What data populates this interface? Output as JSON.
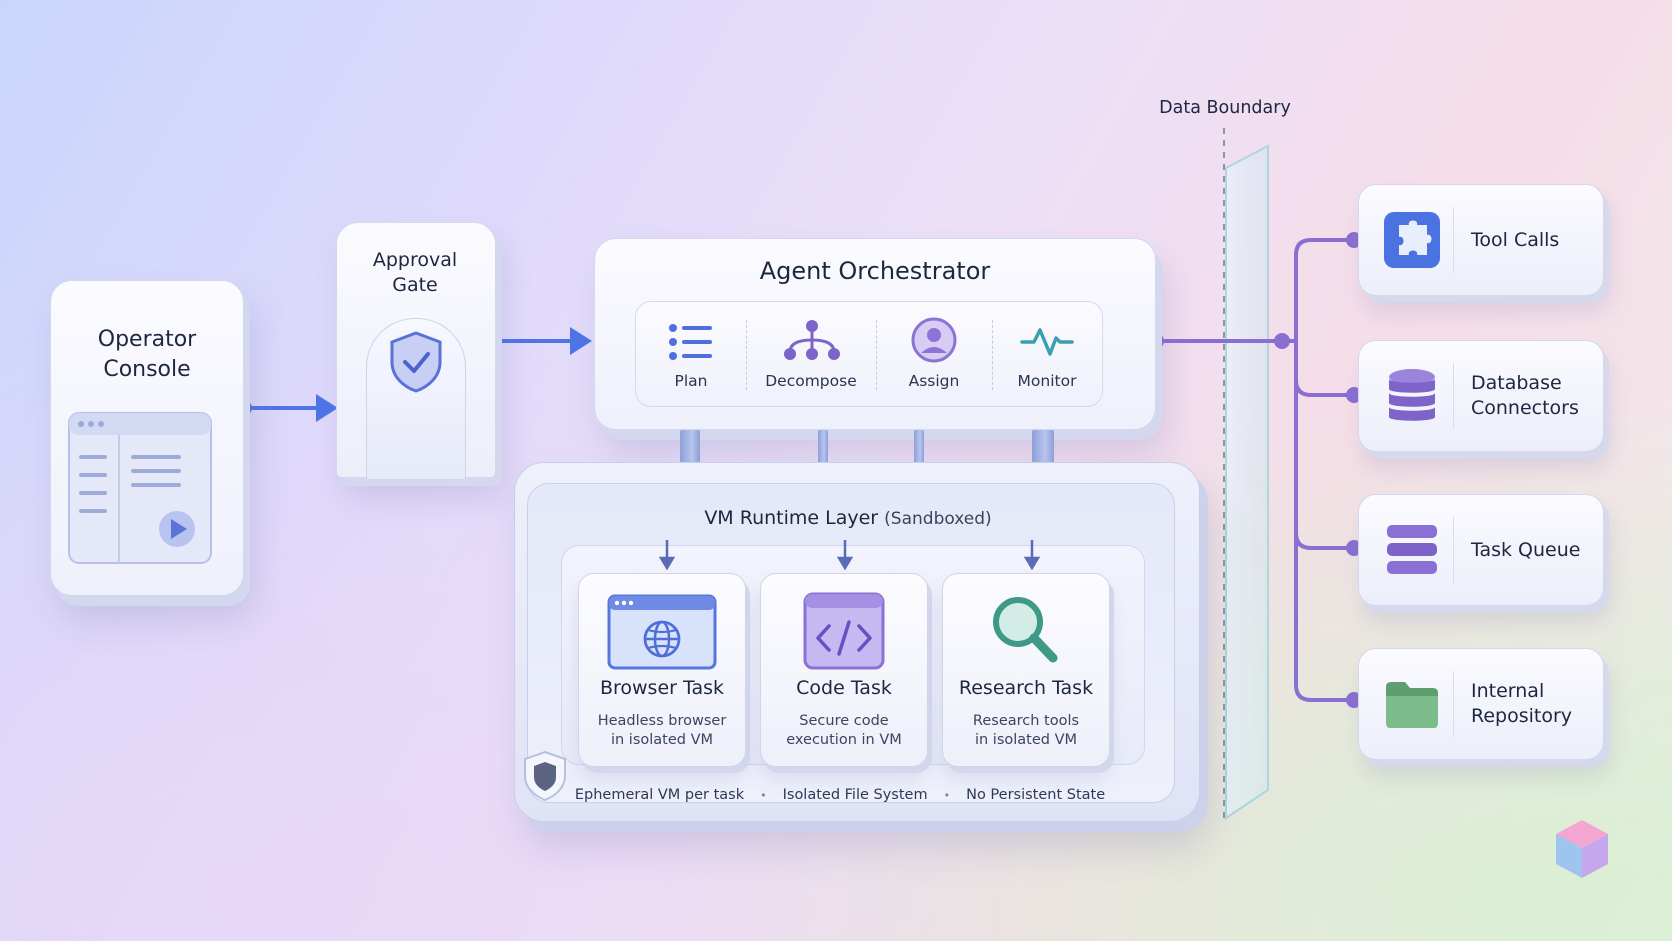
{
  "operator_console": {
    "title_line1": "Operator",
    "title_line2": "Console"
  },
  "approval_gate": {
    "title_line1": "Approval",
    "title_line2": "Gate"
  },
  "orchestrator": {
    "title": "Agent Orchestrator",
    "steps": [
      {
        "label": "Plan",
        "icon": "list-icon"
      },
      {
        "label": "Decompose",
        "icon": "hierarchy-icon"
      },
      {
        "label": "Assign",
        "icon": "user-icon"
      },
      {
        "label": "Monitor",
        "icon": "pulse-icon"
      }
    ]
  },
  "vm_runtime": {
    "title": "VM Runtime Layer",
    "title_suffix": "(Sandboxed)",
    "tasks": [
      {
        "title": "Browser Task",
        "desc_line1": "Headless browser",
        "desc_line2": "in isolated VM",
        "icon": "browser-globe-icon"
      },
      {
        "title": "Code Task",
        "desc_line1": "Secure code",
        "desc_line2": "execution in VM",
        "icon": "code-icon"
      },
      {
        "title": "Research Task",
        "desc_line1": "Research tools",
        "desc_line2": "in isolated VM",
        "icon": "magnifier-icon"
      }
    ],
    "footer": [
      "Ephemeral VM per task",
      "Isolated File System",
      "No Persistent State"
    ],
    "separator": "•"
  },
  "data_boundary": {
    "label": "Data Boundary"
  },
  "resources": [
    {
      "line1": "Tool Calls",
      "line2": "",
      "icon": "puzzle-icon"
    },
    {
      "line1": "Database",
      "line2": "Connectors",
      "icon": "database-icon"
    },
    {
      "line1": "Task Queue",
      "line2": "",
      "icon": "queue-icon"
    },
    {
      "line1": "Internal",
      "line2": "Repository",
      "icon": "folder-icon"
    }
  ],
  "colors": {
    "accent_blue": "#4f74e8",
    "accent_purple": "#8a6fd2",
    "puzzle_blue": "#4a72e0",
    "database_purple": "#7e64c8",
    "folder_green": "#6fae7e",
    "magnifier_teal": "#3e9a86"
  }
}
